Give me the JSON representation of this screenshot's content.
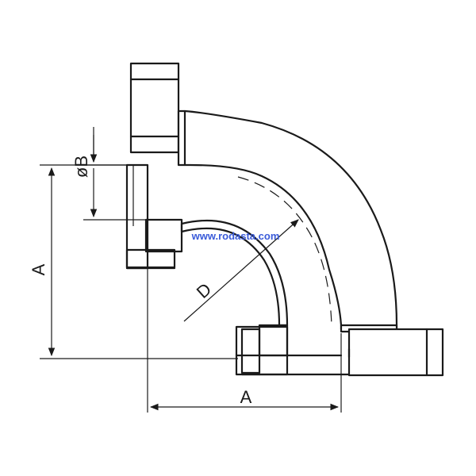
{
  "dimensions": {
    "a_vertical_label": "A",
    "a_horizontal_label": "A",
    "b_label": "øB",
    "d_label": "D"
  },
  "watermark": {
    "text": "www.rodasta.com",
    "color": "#3a5bd9"
  },
  "colors": {
    "line": "#1a1a1a",
    "background": "#ffffff"
  }
}
